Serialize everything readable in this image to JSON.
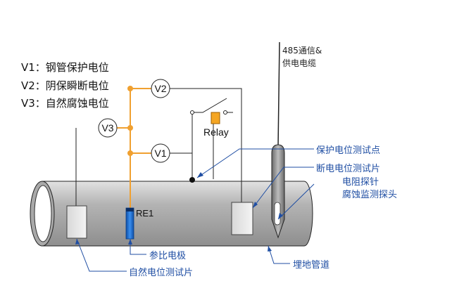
{
  "legend": {
    "v1": "V1：钢管保护电位",
    "v2": "V2：阴保瞬断电位",
    "v3": "V3：自然腐蚀电位"
  },
  "meters": {
    "v1": "V1",
    "v2": "V2",
    "v3": "V3"
  },
  "relay_label": "Relay",
  "re_label": "RE1",
  "cable_label_line1": "485通信&",
  "cable_label_line2": "供电电缆",
  "callouts": {
    "protection_point": "保护电位测试点",
    "off_coupon": "断电电位测试片",
    "resistance_probe_line1": "电阻探针",
    "resistance_probe_line2": "腐蚀监测探头",
    "reference_electrode": "参比电极",
    "natural_coupon": "自然电位测试片",
    "buried_pipe": "埋地管道"
  },
  "colors": {
    "orange_wire": "#f0a030",
    "blue_callout": "#1f4ea3",
    "pipe_gray": "#b8b8b8",
    "relay_orange": "#f5a623",
    "ref_electrode_blue": "#1e6fd0"
  }
}
